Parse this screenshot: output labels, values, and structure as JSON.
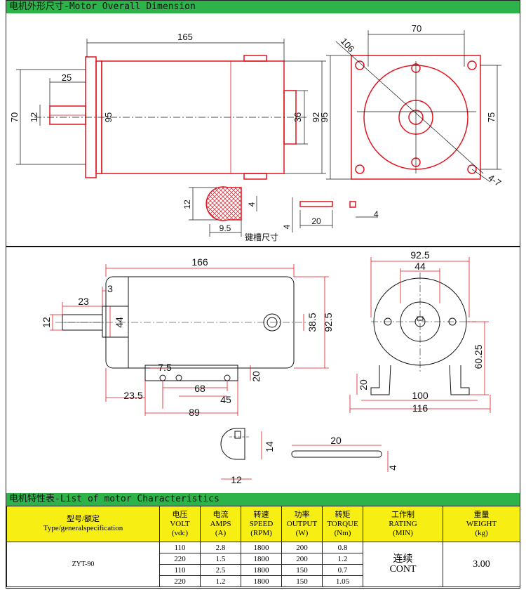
{
  "header": {
    "title": "电机外形尺寸-Motor Overall Dimension"
  },
  "top_drawing": {
    "side": {
      "overall_length": "165",
      "shaft_length": "25",
      "shaft_dia": "12",
      "flange": "70",
      "body_dia": "95",
      "boss_dia": "36",
      "body_dia_right": "92"
    },
    "front": {
      "pilot": "70",
      "diagonal": "106",
      "height": "95",
      "hole_spacing": "75",
      "holes": "4-7"
    },
    "keyway": {
      "dia": "12",
      "depth": "4",
      "flat": "9.5",
      "key_thk": "4",
      "key_len": "20",
      "key_w": "4",
      "caption": "键槽尺寸"
    }
  },
  "bottom_drawing": {
    "side": {
      "overall_length": "166",
      "step": "3",
      "shaft_length": "23",
      "shaft_dia": "12",
      "boss_dia": "44",
      "cap_dia": "38.5",
      "body_dia": "92.5",
      "base_h": "20",
      "d_7_5": "7.5",
      "d_68": "68",
      "d_45": "45",
      "d_23_5": "23.5",
      "d_89": "89"
    },
    "front": {
      "body_dia": "92.5",
      "boss_dia": "44",
      "shaft_height": "60.25",
      "foot_h": "20",
      "hole_spacing": "100",
      "base_width": "116"
    },
    "key": {
      "shaft_dia": "12",
      "key_h": "14",
      "key_len": "20",
      "key_w": "4"
    }
  },
  "characteristics": {
    "title": "电机特性表-List of motor Characteristics",
    "headers": {
      "type": [
        "型号/额定",
        "Type/generalspecification"
      ],
      "volt": [
        "电压",
        "VOLT",
        "(vdc)"
      ],
      "amps": [
        "电流",
        "AMPS",
        "(A)"
      ],
      "speed": [
        "转速",
        "SPEED",
        "(RPM)"
      ],
      "output": [
        "功率",
        "OUTPUT",
        "(W)"
      ],
      "torque": [
        "转矩",
        "TORQUE",
        "(Nm)"
      ],
      "rating": [
        "工作制",
        "RATING",
        "(MIN)"
      ],
      "weight": [
        "重量",
        "WEIGHT",
        "(kg)"
      ]
    },
    "model": "ZYT-90",
    "rating": [
      "连续",
      "CONT"
    ],
    "weight": "3.00",
    "rows": [
      {
        "volt": "110",
        "amps": "2.8",
        "speed": "1800",
        "output": "200",
        "torque": "0.8"
      },
      {
        "volt": "220",
        "amps": "1.5",
        "speed": "1800",
        "output": "200",
        "torque": "1.2"
      },
      {
        "volt": "110",
        "amps": "2.5",
        "speed": "1800",
        "output": "150",
        "torque": "0.7"
      },
      {
        "volt": "220",
        "amps": "1.2",
        "speed": "1800",
        "output": "150",
        "torque": "1.05"
      }
    ]
  },
  "colors": {
    "header_green": "#2db34a",
    "header_yellow": "#f7ee14",
    "drawing_red": "#e0141e",
    "dim_black": "#111111"
  }
}
